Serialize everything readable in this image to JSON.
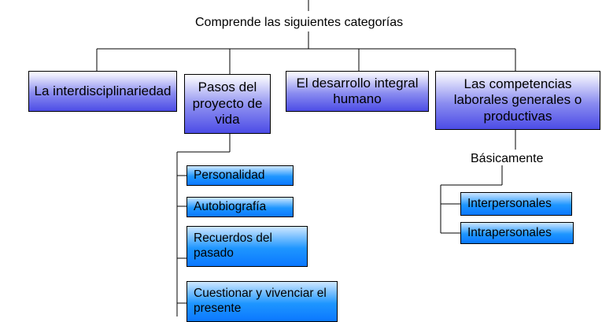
{
  "header": "Comprende las siguientes categorías",
  "categories": [
    {
      "label": "La interdisciplinariedad"
    },
    {
      "label": "Pasos del proyecto de vida"
    },
    {
      "label": "El desarrollo integral humano"
    },
    {
      "label": "Las competencias laborales generales o productivas"
    }
  ],
  "pasos": [
    {
      "label": "Personalidad"
    },
    {
      "label": "Autobiografía"
    },
    {
      "label": "Recuerdos del pasado"
    },
    {
      "label": "Cuestionar y vivenciar el presente"
    }
  ],
  "competencias": {
    "connector": "Básicamente",
    "items": [
      {
        "label": "Interpersonales"
      },
      {
        "label": "Intrapersonales"
      }
    ]
  },
  "colors": {
    "category_fill": "#8a8cf0",
    "item_fill": "#1e96ff",
    "line": "#000000"
  }
}
